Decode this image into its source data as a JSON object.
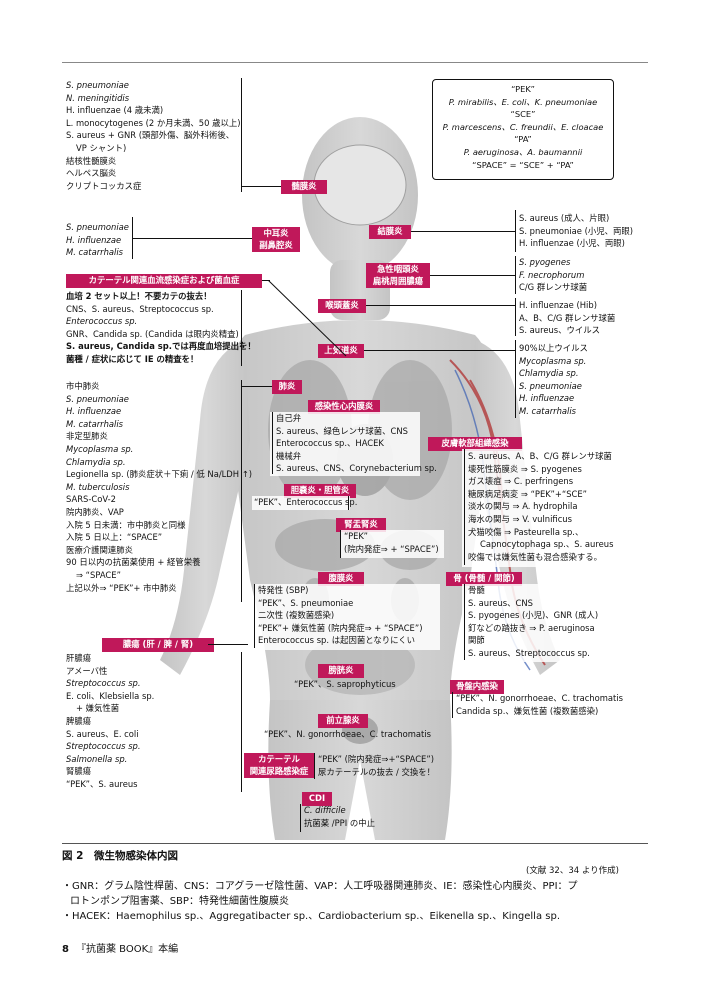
{
  "legend": {
    "lines": [
      "“PEK”",
      "P. mirabilis、E. coli、K. pneumoniae",
      "“SCE”",
      "P. marcescens、C. freundii、E. cloacae",
      "“PA”",
      "P. aeruginosa、A. baumannii",
      "“SPACE” = “SCE” + “PA”"
    ]
  },
  "meningitis": {
    "tag": "髄膜炎",
    "lines": [
      "S. pneumoniae",
      "N. meningitidis",
      "H. influenzae (4 歳未満)",
      "L. monocytogenes (2 か月未満、50 歳以上)",
      "S. aureus + GNR (頭部外傷、脳外科術後、",
      "VP シャント)",
      "結核性髄膜炎",
      "ヘルペス脳炎",
      "クリプトコッカス症"
    ]
  },
  "otitis": {
    "tag_lines": [
      "中耳炎",
      "副鼻腔炎"
    ],
    "lines": [
      "S. pneumoniae",
      "H. influenzae",
      "M. catarrhalis"
    ]
  },
  "conjunctivitis": {
    "tag": "結膜炎",
    "lines": [
      "S. aureus (成人、片眼)",
      "S. pneumoniae (小児、両眼)",
      "H. influenzae (小児、両眼)"
    ]
  },
  "pharyngitis": {
    "tag_lines": [
      "急性咽頭炎",
      "扁桃周囲膿瘍"
    ],
    "lines": [
      "S. pyogenes",
      "F. necrophorum",
      "C/G 群レンサ球菌"
    ]
  },
  "epiglottitis": {
    "tag": "喉頭蓋炎",
    "lines": [
      "H. influenzae (Hib)",
      "A、B、C/G 群レンサ球菌",
      "S. aureus、ウイルス"
    ]
  },
  "uri": {
    "tag": "上気道炎",
    "lines": [
      "90%以上ウイルス",
      "Mycoplasma sp.",
      "Chlamydia sp.",
      "S. pneumoniae",
      "H. influenzae",
      "M. catarrhalis"
    ]
  },
  "catheter_bsi": {
    "tag": "カテーテル関連血流感染症および菌血症",
    "lines": [
      "血培 2 セット以上！不要カテの抜去！",
      "CNS、S. aureus、Streptococcus sp.",
      "Enterococcus sp.",
      "GNR、Candida sp. (Candida は眼内炎精査)",
      "S. aureus, Candida sp.では再度血培提出を！",
      "菌種 / 症状に応じて IE の精査を！"
    ]
  },
  "pneumonia": {
    "tag": "肺炎",
    "lines": [
      "市中肺炎",
      "S. pneumoniae",
      "H. influenzae",
      "M. catarrhalis",
      "非定型肺炎",
      "Mycoplasma sp.",
      "Chlamydia sp.",
      "Legionella sp. (肺炎症状＋下痢 / 低 Na/LDH ↑)",
      "M. tuberculosis",
      "SARS-CoV-2",
      "院内肺炎、VAP",
      "入院 5 日未満：市中肺炎と同様",
      "入院 5 日以上：“SPACE”",
      "医療介護関連肺炎",
      "90 日以内の抗菌薬使用 + 経管栄養",
      "⇒ “SPACE”",
      "上記以外⇒ “PEK”+ 市中肺炎"
    ]
  },
  "endocarditis": {
    "tag": "感染性心内膜炎",
    "lines": [
      "自己弁",
      "S. aureus、緑色レンサ球菌、CNS",
      "Enterococcus sp.、HACEK",
      "機械弁",
      "S. aureus、CNS、Corynebacterium sp."
    ]
  },
  "skin": {
    "tag": "皮膚軟部組織感染",
    "lines": [
      "S. aureus、A、B、C/G 群レンサ球菌",
      "壊死性筋膜炎 ⇒ S. pyogenes",
      "ガス壊疽 ⇒ C. perfringens",
      "糖尿病足病変 ⇒ “PEK”+“SCE”",
      "淡水の関与 ⇒ A. hydrophila",
      "海水の関与 ⇒ V. vulnificus",
      "犬猫咬傷 ⇒ Pasteurella sp.、",
      "Capnocytophaga sp.、S. aureus",
      "咬傷では嫌気性菌も混合感染する。"
    ]
  },
  "biliary": {
    "tag": "胆嚢炎・胆管炎",
    "lines": [
      "“PEK”、Enterococcus sp."
    ]
  },
  "pyelo": {
    "tag": "腎盂腎炎",
    "lines": [
      "“PEK”",
      "(院内発症⇒ + “SPACE”)"
    ]
  },
  "peritonitis": {
    "tag": "腹膜炎",
    "lines": [
      "特発性 (SBP)",
      "“PEK”、S. pneumoniae",
      "二次性 (複数菌感染)",
      "“PEK”+ 嫌気性菌 (院内発症⇒ + “SPACE”)",
      "Enterococcus sp. は起因菌となりにくい"
    ]
  },
  "bone": {
    "tag": "骨 (骨髄 / 関節)",
    "lines": [
      "骨髄",
      "S. aureus、CNS",
      "S. pyogenes (小児)、GNR (成人)",
      "釘などの踏抜き ⇒ P. aeruginosa",
      "関節",
      "S. aureus、Streptococcus sp."
    ]
  },
  "abscess": {
    "tag": "膿瘍 (肝 / 脾 / 腎)",
    "lines": [
      "肝膿瘍",
      "アメーバ性",
      "Streptococcus sp.",
      "E. coli、Klebsiella sp.",
      "+ 嫌気性菌",
      "脾膿瘍",
      "S. aureus、E. coli",
      "Streptococcus sp.",
      "Salmonella sp.",
      "腎膿瘍",
      "“PEK”、S. aureus"
    ]
  },
  "cystitis": {
    "tag": "膀胱炎",
    "lines": [
      "“PEK”、S. saprophyticus"
    ]
  },
  "pelvic": {
    "tag": "骨盤内感染",
    "lines": [
      "“PEK”、N. gonorrhoeae、C. trachomatis",
      "Candida sp.、嫌気性菌 (複数菌感染)"
    ]
  },
  "prostatitis": {
    "tag": "前立腺炎",
    "lines": [
      "“PEK”、N. gonorrhoeae、C. trachomatis"
    ]
  },
  "cauti": {
    "tag_lines": [
      "カテーテル",
      "関連尿路感染症"
    ],
    "lines": [
      "“PEK” (院内発症⇒+“SPACE”)",
      "尿カテーテルの抜去 / 交換を！"
    ]
  },
  "cdi": {
    "tag": "CDI",
    "lines": [
      "C. difficile",
      "抗菌薬 /PPI の中止"
    ]
  },
  "caption": {
    "title": "図 2　微生物感染体内図",
    "source": "(文献 32、34 より作成)",
    "notes": [
      "・GNR：グラム陰性桿菌、CNS：コアグラーゼ陰性菌、VAP：人工呼吸器関連肺炎、IE：感染性心内膜炎、PPI：プ",
      "ロトンポンプ阻害薬、SBP：特発性細菌性腹膜炎",
      "・HACEK：Haemophilus sp.、Aggregatibacter sp.、Cardiobacterium sp.、Eikenella sp.、Kingella sp."
    ]
  },
  "footer": {
    "page": "8",
    "title": "『抗菌薬 BOOK』本編"
  },
  "colors": {
    "tag": "#c0185a",
    "body": "#c9c9c9"
  }
}
